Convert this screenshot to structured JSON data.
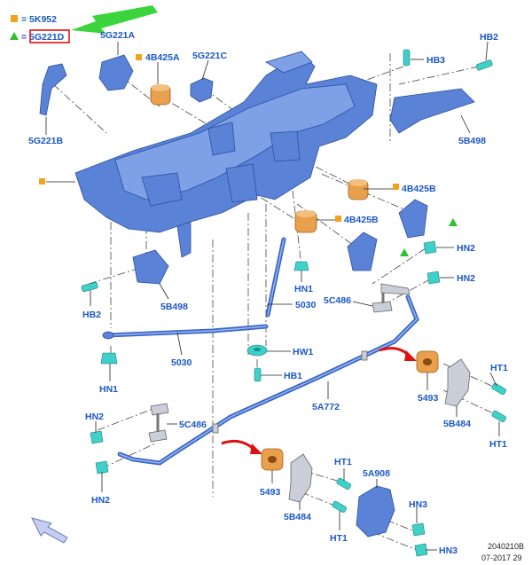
{
  "legend": {
    "square_label": "= 5K952",
    "triangle_label": "= 5G221D"
  },
  "labels": {
    "l_5G221A": "5G221A",
    "l_4B425A": "4B425A",
    "l_5G221C": "5G221C",
    "l_HB2_top": "HB2",
    "l_HB3": "HB3",
    "l_5G221B": "5G221B",
    "l_5B498_r": "5B498",
    "l_4B425B_a": "4B425B",
    "l_4B425B_b": "4B425B",
    "l_HN2_r1": "HN2",
    "l_HN2_r2": "HN2",
    "l_HN1_mid": "HN1",
    "l_5C486_r": "5C486",
    "l_5030_mid": "5030",
    "l_HB2_left": "HB2",
    "l_5B498_l": "5B498",
    "l_5030_low": "5030",
    "l_HN1_low": "HN1",
    "l_HW1": "HW1",
    "l_HB1": "HB1",
    "l_HT1_r1": "HT1",
    "l_5493_r": "5493",
    "l_5A772": "5A772",
    "l_5B484_r": "5B484",
    "l_HT1_r2": "HT1",
    "l_HN2_left": "HN2",
    "l_5C486_l": "5C486",
    "l_HN2_bl": "HN2",
    "l_HT1_b1": "HT1",
    "l_5A908": "5A908",
    "l_5493_b": "5493",
    "l_HN3_a": "HN3",
    "l_5B484_b": "5B484",
    "l_HT1_b2": "HT1",
    "l_HN3_b": "HN3"
  },
  "footer": {
    "ref": "2040210B",
    "date": "07-2017 29"
  },
  "colors": {
    "label_text": "#1a57c9",
    "highlight_box": "#e01010",
    "pointer_arrow": "#3cd43c",
    "red_arrow": "#e01010",
    "square_marker": "#f4a21c",
    "triangle_marker": "#2ec02e"
  }
}
